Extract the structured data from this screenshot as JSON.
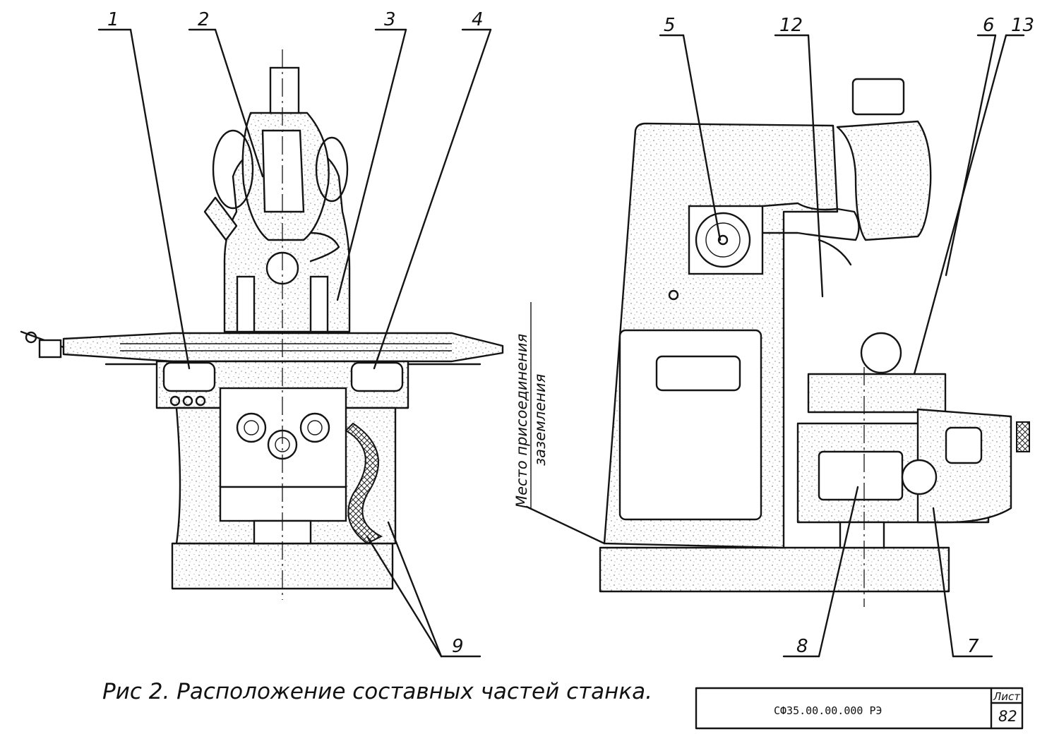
{
  "figure": {
    "caption": "Рис 2. Расположение составных частей станка.",
    "grounding_label_line1": "Место присоединения",
    "grounding_label_line2": "заземления"
  },
  "callouts": {
    "c1": "1",
    "c2": "2",
    "c3": "3",
    "c4": "4",
    "c5": "5",
    "c12": "12",
    "c6": "6",
    "c13": "13",
    "c9": "9",
    "c8": "8",
    "c7": "7"
  },
  "title_block": {
    "document_code": "СФ35.00.00.000 РЭ",
    "sheet_label": "Лист",
    "sheet_number": "82"
  }
}
